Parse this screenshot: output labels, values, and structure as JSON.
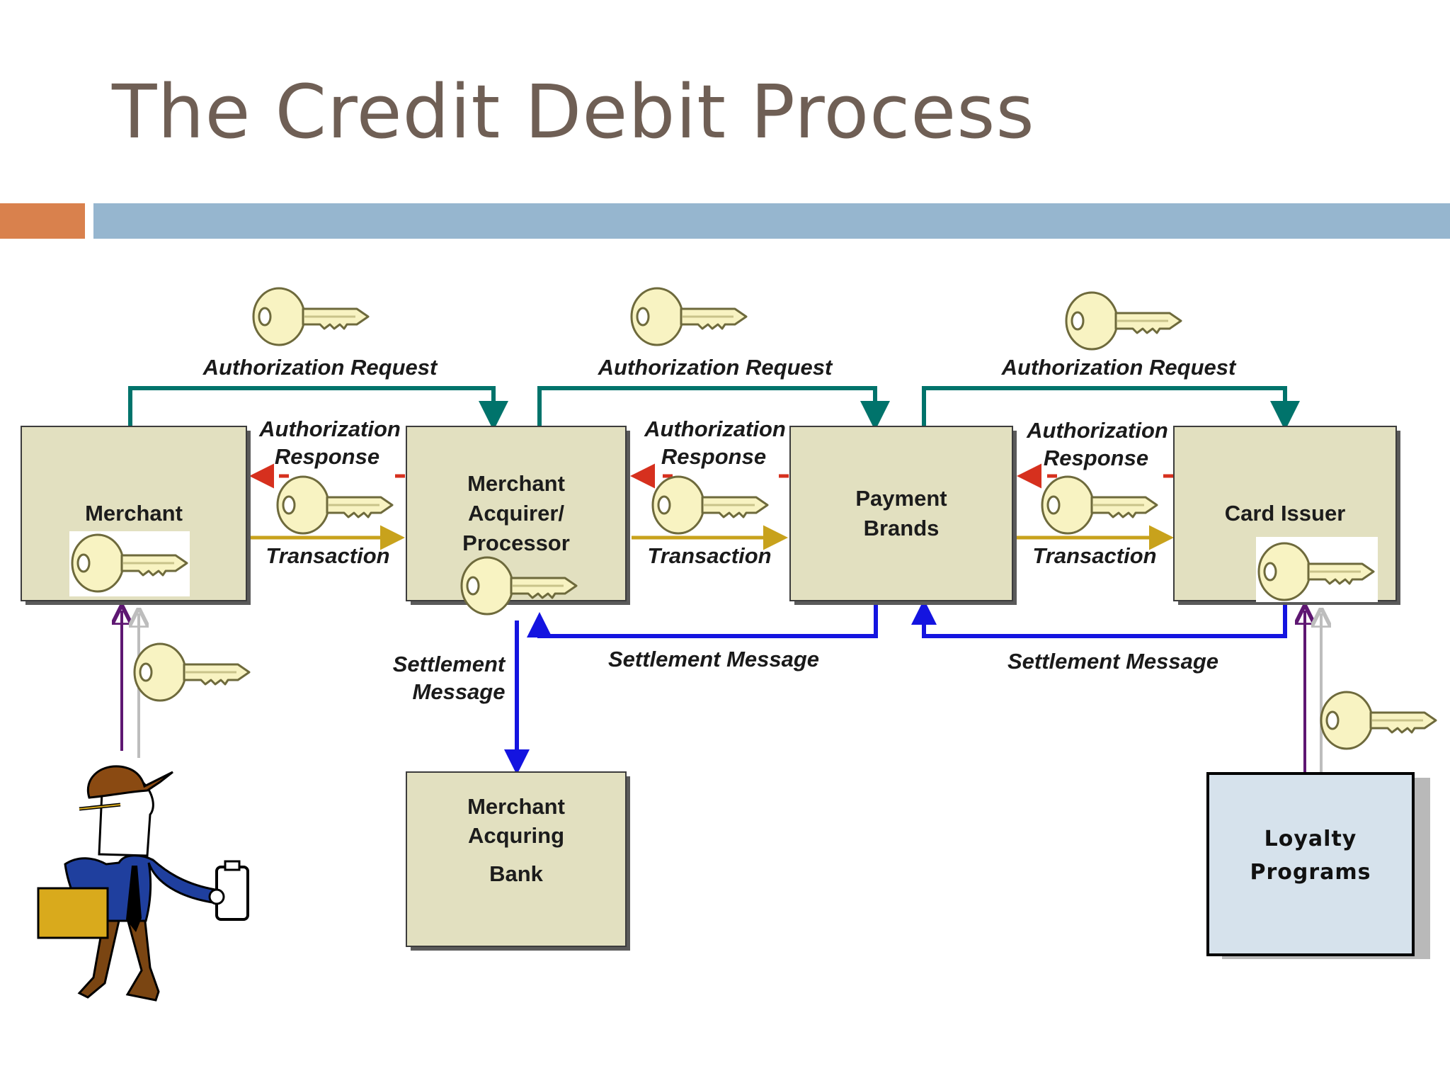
{
  "slide": {
    "title": "The Credit Debit Process"
  },
  "boxes": {
    "merchant": "Merchant",
    "acquirer": [
      "Merchant",
      "Acquirer/",
      "Processor"
    ],
    "brands": [
      "Payment",
      "Brands"
    ],
    "issuer": "Card Issuer",
    "bank": [
      "Merchant",
      "Acquring",
      "Bank"
    ],
    "loyalty": [
      "Loyalty",
      "Programs"
    ]
  },
  "flows": {
    "auth_request": "Authorization Request",
    "auth_response": [
      "Authorization",
      "Response"
    ],
    "transaction": "Transaction",
    "settlement_message": "Settlement Message",
    "settlement_split": [
      "Settlement",
      "Message"
    ]
  },
  "colors": {
    "title": "#6f5f55",
    "accent_orange": "#d9814d",
    "accent_blue": "#96b6cf",
    "box_fill": "#e2e0c0",
    "loyalty_fill": "#d6e2ec",
    "auth_request_arrow": "#00736b",
    "auth_response_arrow": "#d6301e",
    "transaction_arrow": "#c8a21c",
    "settlement_arrow": "#1414e0",
    "key_fill": "#f8f3c2"
  },
  "icons": [
    "key-icon",
    "merchant-person-icon"
  ]
}
